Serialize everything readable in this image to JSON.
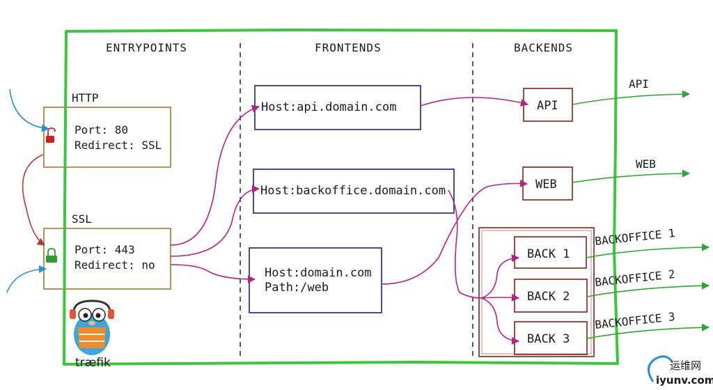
{
  "columns": {
    "entrypoints": "ENTRYPOINTS",
    "frontends": "FRONTENDS",
    "backends": "BACKENDS"
  },
  "entrypoints": {
    "http": {
      "title": "HTTP",
      "port": "Port: 80",
      "redirect": "Redirect: SSL"
    },
    "ssl": {
      "title": "SSL",
      "port": "Port: 443",
      "redirect": "Redirect: no"
    }
  },
  "frontends": {
    "api": "Host:api.domain.com",
    "backoffice": "Host:backoffice.domain.com",
    "web_host": "Host:domain.com",
    "web_path": "Path:/web"
  },
  "backends": {
    "api": "API",
    "web": "WEB",
    "back1": "BACK 1",
    "back2": "BACK 2",
    "back3": "BACK 3"
  },
  "outputs": {
    "api": "API",
    "web": "WEB",
    "backoffice1": "BACKOFFICE 1",
    "backoffice2": "BACKOFFICE 2",
    "backoffice3": "BACKOFFICE 3"
  },
  "logo": {
    "text": "træfik"
  },
  "watermark": {
    "chinese": "运维网",
    "domain": "iyunv.com"
  },
  "colors": {
    "frame": "#3cc63c",
    "entry_box": "#a08a4a",
    "frontend_box": "#333a8c",
    "backend_box": "#8b3a32",
    "route_arrow": "#b1257f",
    "redirect_arrow": "#b33a3a",
    "input_arrow": "#2a8fd0",
    "output_arrow": "#2fa52f",
    "lock_open": "#cc2222",
    "lock_closed": "#2f9a2f"
  }
}
